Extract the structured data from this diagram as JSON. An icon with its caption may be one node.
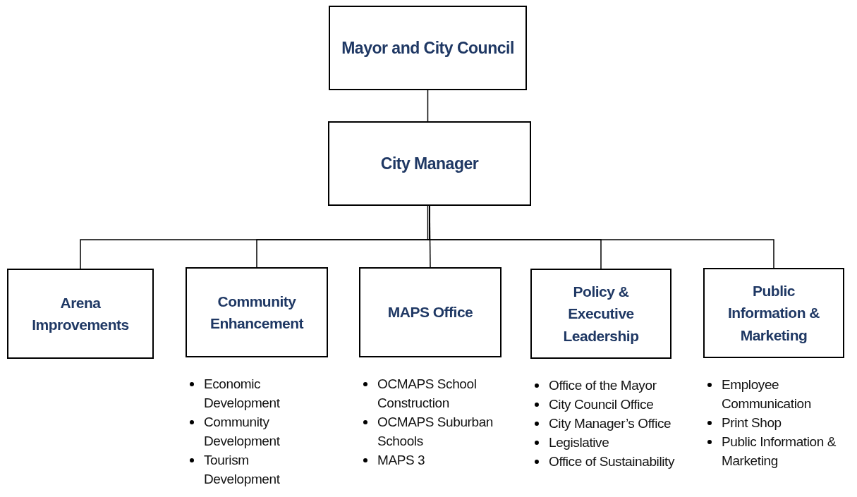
{
  "diagram": {
    "nodes": [
      {
        "text": [
          "Mayor and City Council"
        ]
      },
      {
        "text": [
          "City Manager"
        ]
      },
      {
        "text": [
          "Arena Improvements"
        ]
      },
      {
        "text": [
          "Community Enhancement"
        ],
        "beside": [
          "Economic Development",
          "Community Development",
          "Tourism Development"
        ]
      },
      {
        "text": [
          "MAPS Office"
        ],
        "beside": [
          "OCMAPS School Construction",
          "OCMAPS Suburban Schools",
          "MAPS 3"
        ]
      },
      {
        "text": [
          "Policy & Executive Leadership"
        ],
        "beside": [
          "Office of the Mayor",
          "City Council Office",
          "City Manager’s Office",
          "Legislative",
          "Office of Sustainability"
        ]
      },
      {
        "text": [
          "Public Information & Marketing"
        ],
        "beside": [
          "Employee Communication",
          "Print Shop",
          "Public Information & Marketing"
        ]
      }
    ],
    "edges": [
      {
        "from": 0,
        "to": 1,
        "arrow": "none"
      },
      {
        "from": 1,
        "to": 2,
        "arrow": "none"
      },
      {
        "from": 1,
        "to": 3,
        "arrow": "none"
      },
      {
        "from": 1,
        "to": 4,
        "arrow": "none"
      },
      {
        "from": 1,
        "to": 5,
        "arrow": "none"
      },
      {
        "from": 1,
        "to": 6,
        "arrow": "none"
      }
    ]
  }
}
